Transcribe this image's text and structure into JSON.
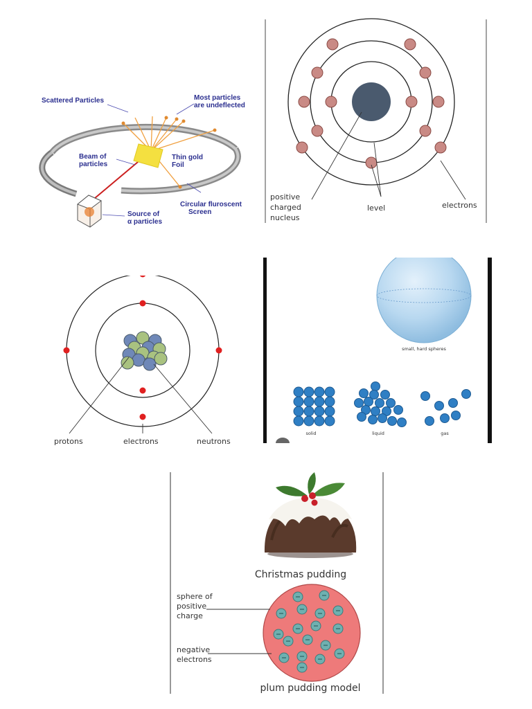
{
  "gold_foil": {
    "scattered": "Scattered Particles",
    "most_line1": "Most particles",
    "most_line2": "are undeflected",
    "beam_line1": "Beam of",
    "beam_line2": "particles",
    "foil_line1": "Thin gold",
    "foil_line2": "Foil",
    "screen_line1": "Circular fluroscent",
    "screen_line2": "Screen",
    "source_line1": "Source of",
    "source_line2": "α particles"
  },
  "bohr": {
    "nucleus_line1": "positive",
    "nucleus_line2": "charged",
    "nucleus_line3": "nucleus",
    "level": "level",
    "electrons": "electrons"
  },
  "atom": {
    "protons": "protons",
    "electrons": "electrons",
    "neutrons": "neutrons"
  },
  "states": {
    "sphere": "small, hard spheres",
    "solid": "solid",
    "liquid": "liquid",
    "gas": "gas"
  },
  "pudding": {
    "christmas": "Christmas pudding",
    "sphere_line1": "sphere of",
    "sphere_line2": "positive",
    "sphere_line3": "charge",
    "neg_line1": "negative",
    "neg_line2": "electrons",
    "model": "plum pudding model"
  },
  "colors": {
    "electron_bohr": "#c98a85",
    "nucleus_bohr": "#4a5a6e",
    "electron_atom": "#e02020",
    "proton": "#6f88b8",
    "neutron": "#a9c280",
    "particle": "#2f7fc4",
    "pudding_body": "#ee7a7a",
    "pudding_electron": "#6fb0b0"
  }
}
